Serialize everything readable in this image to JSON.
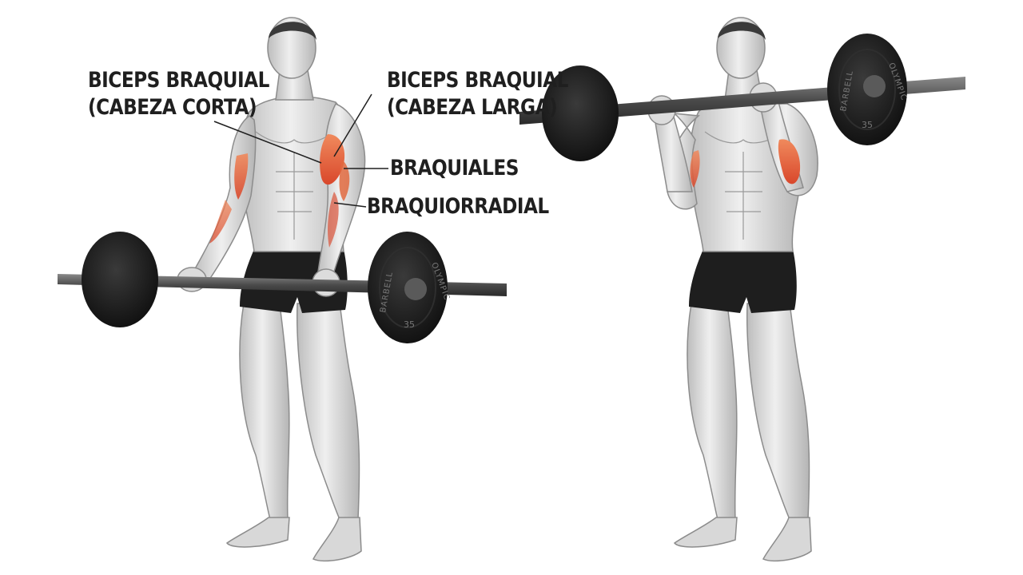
{
  "labels": {
    "biceps_short": {
      "line1": "BICEPS BRAQUIAL",
      "line2": "(CABEZA CORTA)"
    },
    "biceps_long": {
      "line1": "BICEPS BRAQUIAL",
      "line2": "(CABEZA LARGA)"
    },
    "brachialis": "BRAQUIALES",
    "brachioradialis": "BRAQUIORRADIAL"
  },
  "plate": {
    "brand": "BARBELL",
    "brand2": "OLYMPIC",
    "weight": "35"
  },
  "colors": {
    "muscle_highlight": "#e4572e",
    "muscle_base": "#dcdcdc",
    "plate": "#1c1c1c",
    "shorts": "#1e1e1e",
    "bar": "#4a4a4a"
  }
}
